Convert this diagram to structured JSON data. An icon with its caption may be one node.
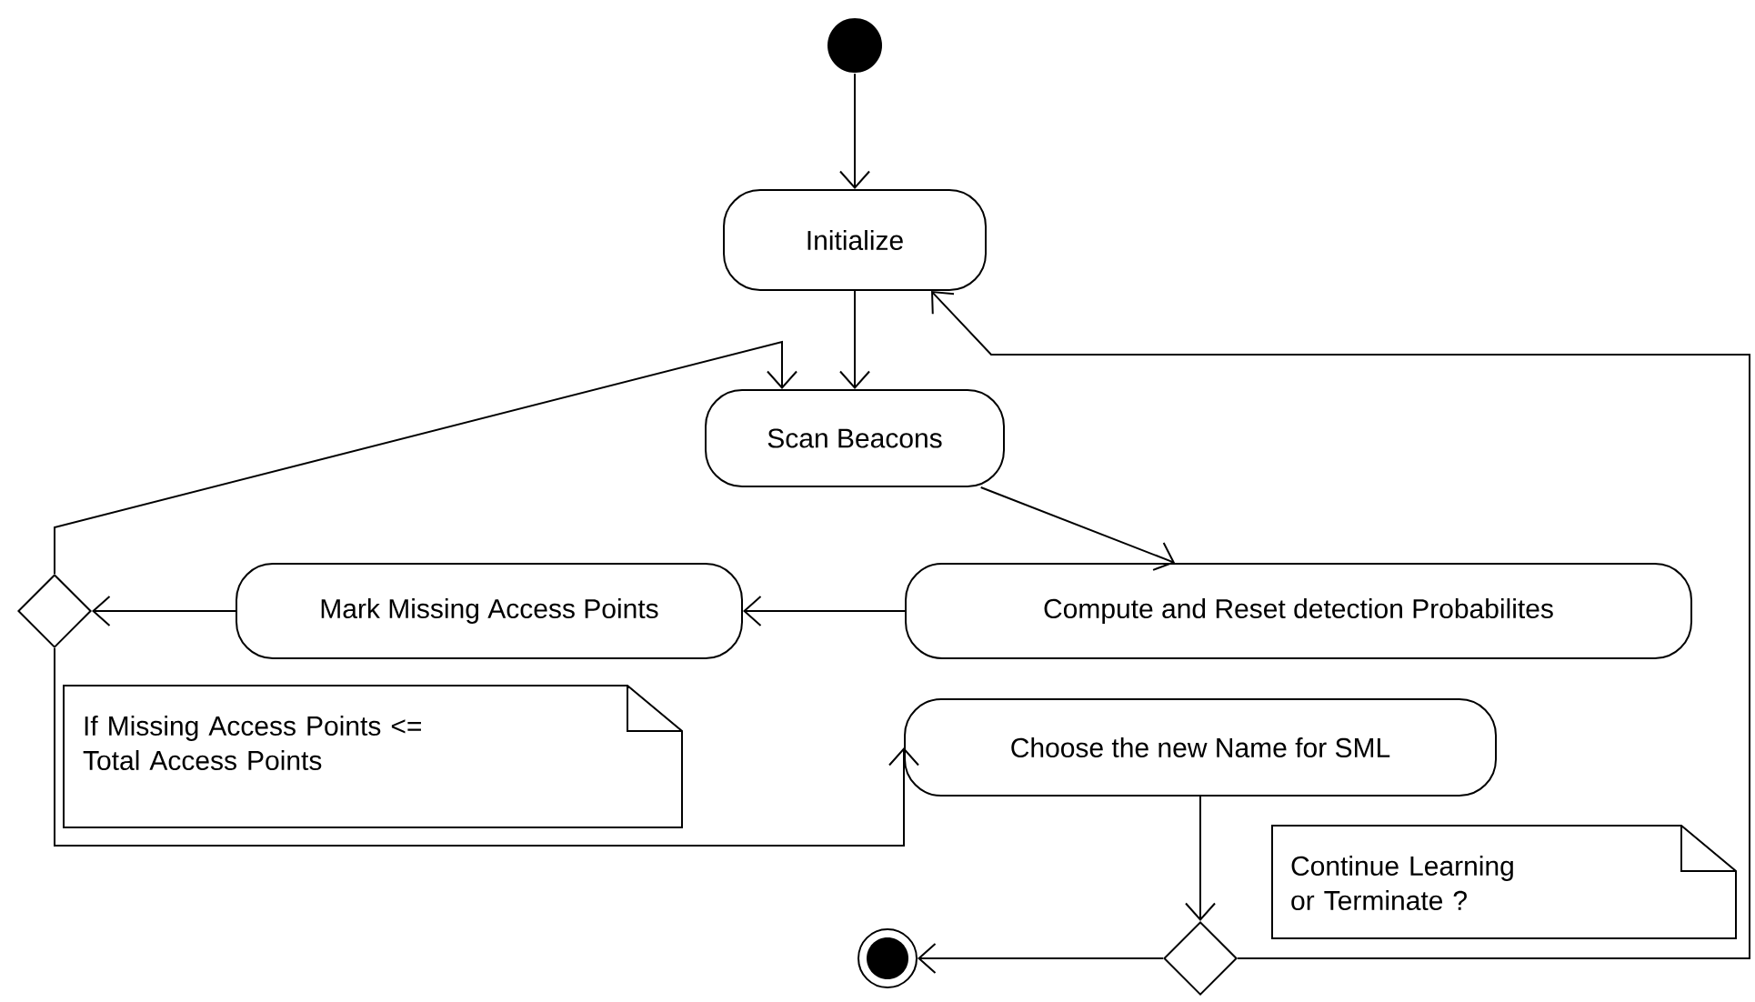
{
  "diagram": {
    "nodes": [
      {
        "text": [],
        "shape": "circle"
      },
      {
        "text": [
          "Initialize"
        ]
      },
      {
        "text": [
          "Scan Beacons"
        ]
      },
      {
        "text": [
          "Compute and Reset detection Probabilites"
        ]
      },
      {
        "text": [
          "Mark Missing Access Points"
        ]
      },
      {
        "text": [],
        "shape": "diamond"
      },
      {
        "text": [
          "If Missing Access Points <= Total Access Points"
        ]
      },
      {
        "text": [
          "Choose the new Name for SML"
        ]
      },
      {
        "text": [],
        "shape": "diamond"
      },
      {
        "text": [],
        "shape": "bullseye"
      },
      {
        "text": [
          "Continue Learning or Terminate ?"
        ]
      }
    ],
    "edges": [
      {
        "from": 0,
        "to": 1,
        "arrow": "to"
      },
      {
        "from": 1,
        "to": 2,
        "arrow": "to"
      },
      {
        "from": 2,
        "to": 3,
        "arrow": "to"
      },
      {
        "from": 3,
        "to": 4,
        "arrow": "to"
      },
      {
        "from": 4,
        "to": 5,
        "arrow": "to"
      },
      {
        "from": 5,
        "to": 2,
        "arrow": "to"
      },
      {
        "from": 5,
        "to": 7,
        "arrow": "to"
      },
      {
        "from": 7,
        "to": 8,
        "arrow": "to"
      },
      {
        "from": 8,
        "to": 9,
        "arrow": "to"
      },
      {
        "from": 8,
        "to": 1,
        "arrow": "to"
      }
    ]
  }
}
